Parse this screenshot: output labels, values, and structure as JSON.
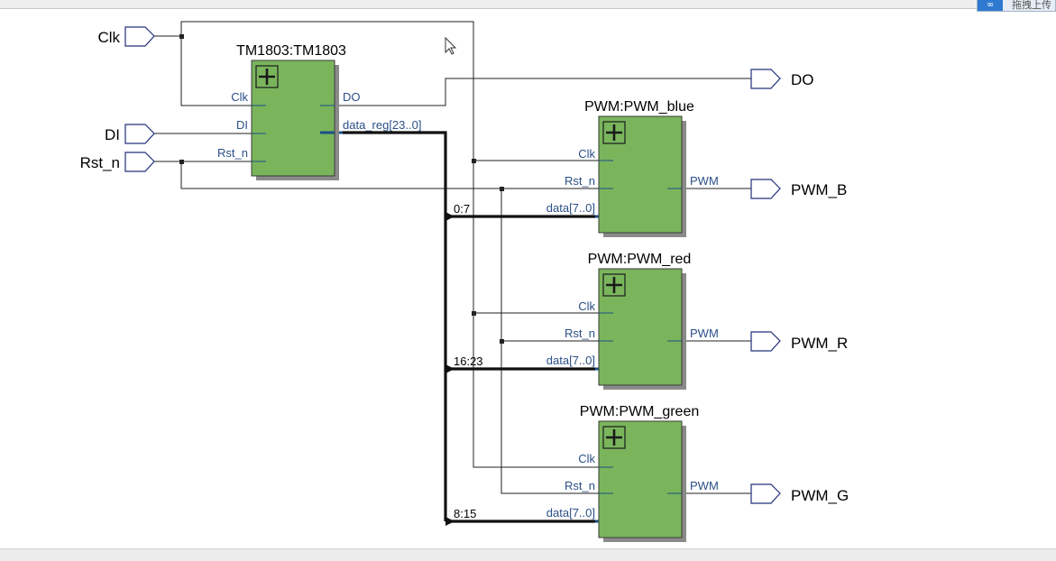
{
  "toolbar": {
    "button_text": "拖拽上传",
    "button_icon": "cloud-link-icon"
  },
  "ports": {
    "clk": "Clk",
    "di": "DI",
    "rst_n": "Rst_n",
    "do": "DO",
    "pwm_b": "PWM_B",
    "pwm_r": "PWM_R",
    "pwm_g": "PWM_G"
  },
  "instances": {
    "tm1803": {
      "name": "TM1803:TM1803",
      "pins": {
        "clk": "Clk",
        "di": "DI",
        "rst_n": "Rst_n",
        "do": "DO",
        "data_reg": "data_reg[23..0]"
      }
    },
    "pwm_blue": {
      "name": "PWM:PWM_blue",
      "pins": {
        "clk": "Clk",
        "rst_n": "Rst_n",
        "data": "data[7..0]",
        "pwm": "PWM"
      }
    },
    "pwm_red": {
      "name": "PWM:PWM_red",
      "pins": {
        "clk": "Clk",
        "rst_n": "Rst_n",
        "data": "data[7..0]",
        "pwm": "PWM"
      }
    },
    "pwm_green": {
      "name": "PWM:PWM_green",
      "pins": {
        "clk": "Clk",
        "rst_n": "Rst_n",
        "data": "data[7..0]",
        "pwm": "PWM"
      }
    }
  },
  "bus_slices": {
    "blue": "0:7",
    "red": "16:23",
    "green": "8:15"
  },
  "colors": {
    "block_fill": "#7ab55c",
    "block_border": "#3a3a3a",
    "pin_text": "#2a4f86",
    "bus": "#111111"
  }
}
